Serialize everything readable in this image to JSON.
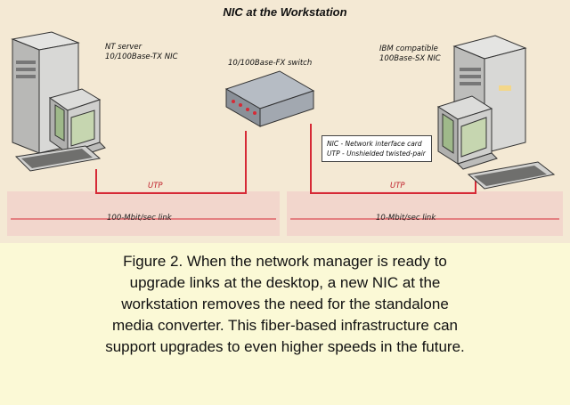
{
  "diagram": {
    "title": "NIC at the Workstation",
    "left_station_label": [
      "NT server",
      "10/100Base-TX NIC"
    ],
    "switch_label": "10/100Base-FX switch",
    "right_station_label": [
      "IBM compatible",
      "100Base-SX NIC"
    ],
    "legend": [
      "NIC - Network interface card",
      "UTP - Unshielded twisted-pair"
    ],
    "left_cable_label": "UTP",
    "right_cable_label": "UTP",
    "left_link_label": "100-Mbit/sec link",
    "right_link_label": "10-Mbit/sec link",
    "colors": {
      "cable": "#d62a36",
      "panel": "#f2d6cc",
      "background": "#f4e9d4"
    }
  },
  "caption": [
    "Figure 2. When the network manager is ready to",
    "upgrade links at the desktop, a new NIC at the",
    "workstation removes the need for the standalone",
    "media converter. This fiber-based infrastructure can",
    "support upgrades to even higher speeds in the future."
  ]
}
